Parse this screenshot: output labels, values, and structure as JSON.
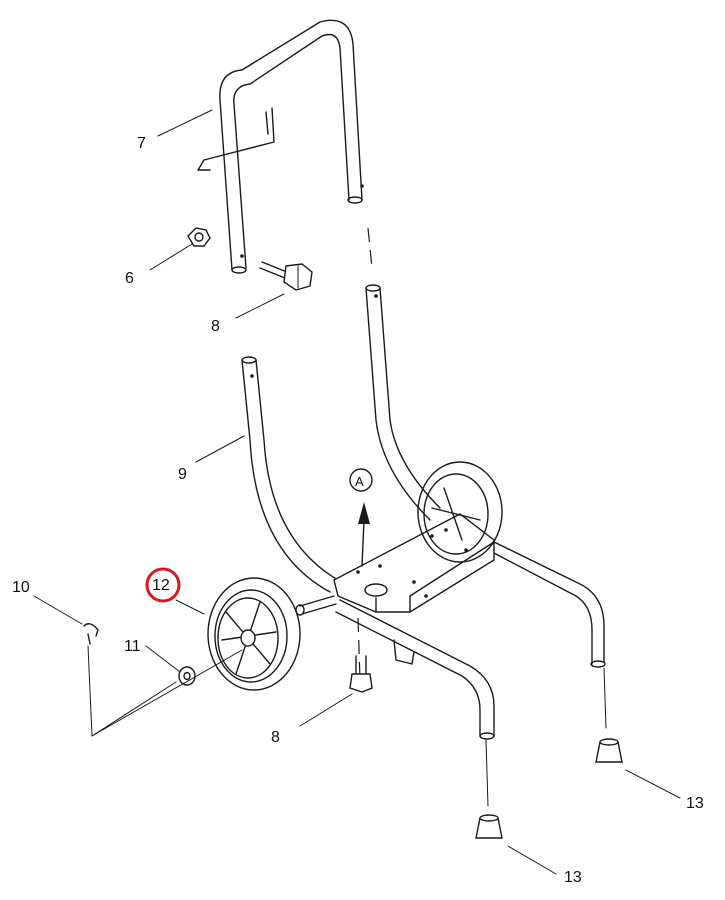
{
  "callouts": {
    "c7": "7",
    "c6": "6",
    "c8_top": "8",
    "c9": "9",
    "cA": "A",
    "c10": "10",
    "c12": "12",
    "c11": "11",
    "c8_bottom": "8",
    "c13_right": "13",
    "c13_bottom": "13"
  },
  "highlight": {
    "callout": "12",
    "color": "#d7191c"
  }
}
